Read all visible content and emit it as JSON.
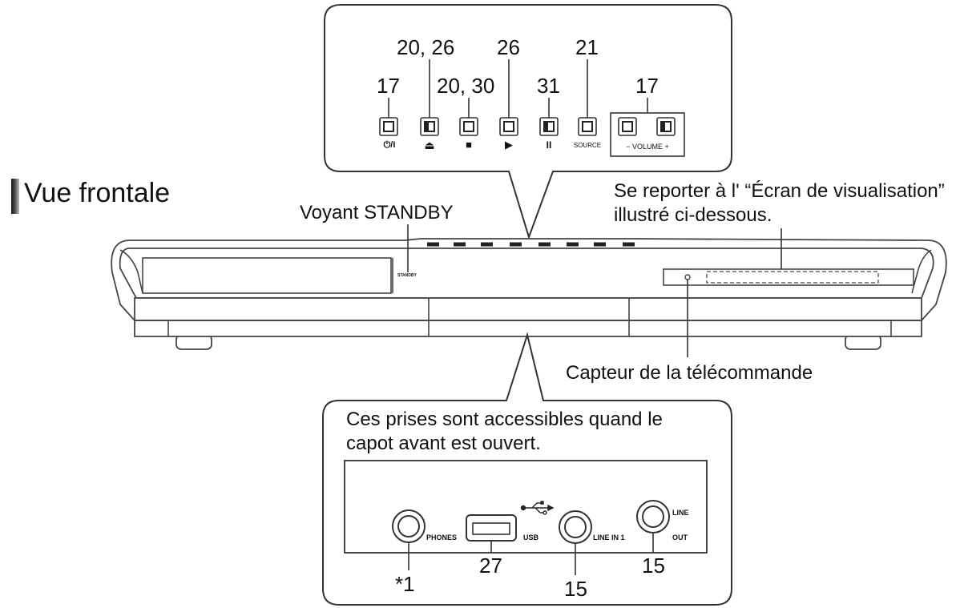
{
  "section": {
    "title": "Vue frontale"
  },
  "callouts": {
    "standby": "Voyant STANDBY",
    "display_ref": "Se reporter à l' “Écran de visualisation”\nillustré ci-dessous.",
    "remote_sensor": "Capteur de la télécommande",
    "jacks_note": "Ces prises sont accessibles quand le\ncapot avant est ouvert."
  },
  "top_panel": {
    "buttons": [
      {
        "ref": "17",
        "symbol": "⏻/I"
      },
      {
        "ref": "20, 26",
        "symbol": "⏏"
      },
      {
        "ref": "20, 30",
        "symbol": "■"
      },
      {
        "ref": "26",
        "symbol": "▶"
      },
      {
        "ref": "31",
        "symbol": "II"
      },
      {
        "ref": "21",
        "symbol": "SOURCE"
      }
    ],
    "volume": {
      "ref": "17",
      "label": "− VOLUME +"
    }
  },
  "device": {
    "standby_tiny_label": "STANDBY"
  },
  "jacks": {
    "phones": {
      "label": "PHONES",
      "ref": "*1"
    },
    "usb": {
      "label": "USB",
      "ref": "27"
    },
    "line_in": {
      "label": "LINE IN 1",
      "ref": "15"
    },
    "line_out": {
      "label_top": "LINE",
      "label_bottom": "OUT",
      "ref": "15"
    }
  }
}
